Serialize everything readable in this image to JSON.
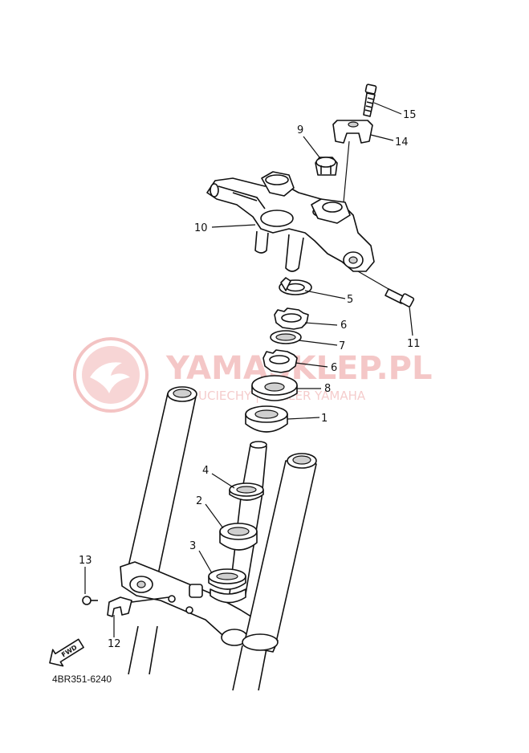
{
  "diagram": {
    "callouts": [
      "1",
      "2",
      "3",
      "4",
      "5",
      "6",
      "6",
      "7",
      "8",
      "9",
      "10",
      "11",
      "12",
      "13",
      "14",
      "15"
    ],
    "direction_label": "FWD",
    "drawing_code": "4BR351-6240"
  },
  "watermark": {
    "title": "YAMASKLEP.PL",
    "subtitle": "UCIECHY | DEALER YAMAHA",
    "color": "#e8a0a0"
  }
}
